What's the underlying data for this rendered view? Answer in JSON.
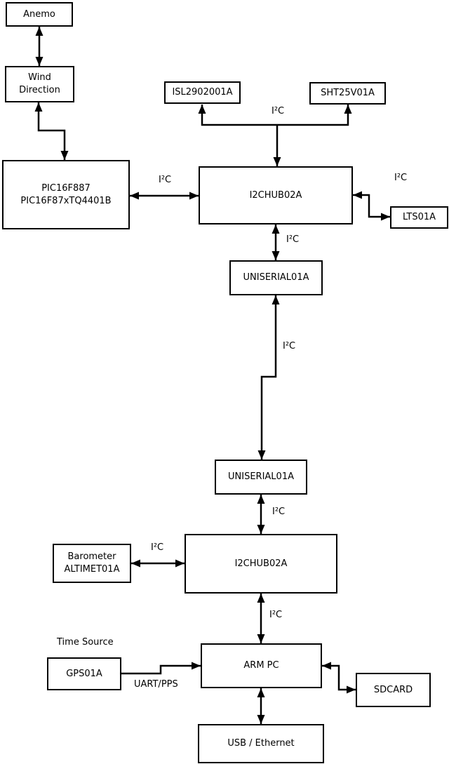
{
  "boxes": {
    "anemo": {
      "label": "Anemo"
    },
    "wind_direction": {
      "line1": "Wind",
      "line2": "Direction"
    },
    "pic": {
      "line1": "PIC16F887",
      "line2": "PIC16F87xTQ4401B"
    },
    "isl": {
      "label": "ISL2902001A"
    },
    "sht": {
      "label": "SHT25V01A"
    },
    "hub1": {
      "label": "I2CHUB02A"
    },
    "lts": {
      "label": "LTS01A"
    },
    "uniserial1": {
      "label": "UNISERIAL01A"
    },
    "uniserial2": {
      "label": "UNISERIAL01A"
    },
    "hub2": {
      "label": "I2CHUB02A"
    },
    "barometer": {
      "line1": "Barometer",
      "line2": "ALTIMET01A"
    },
    "armpc": {
      "label": "ARM PC"
    },
    "gps": {
      "label": "GPS01A"
    },
    "sdcard": {
      "label": "SDCARD"
    },
    "usb": {
      "label": "USB / Ethernet"
    }
  },
  "labels": {
    "i2c_isl_sht": "I²C",
    "i2c_pic_hub": "I²C",
    "i2c_hub_lts": "I²C",
    "i2c_hub_uniserial": "I²C",
    "i2c_uniserial_link": "I²C",
    "i2c_uniserial_hub2": "I²C",
    "i2c_barometer": "I²C",
    "i2c_hub2_armpc": "I²C",
    "time_source": "Time Source",
    "uart_pps": "UART/PPS"
  },
  "colors": {
    "line": "#000000",
    "background": "#ffffff",
    "box_fill": "#ffffff"
  }
}
